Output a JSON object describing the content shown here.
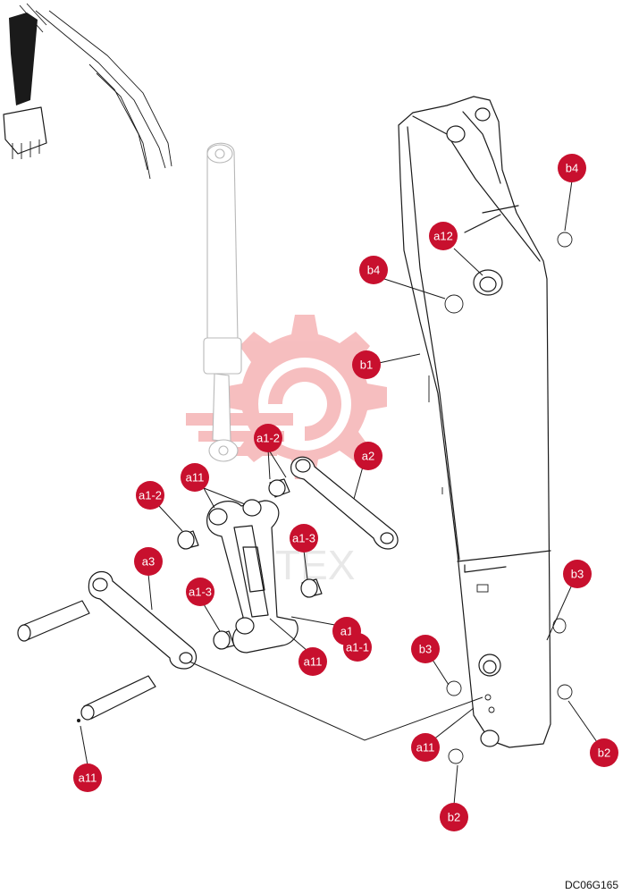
{
  "diagram_code": "DC06G165",
  "colors": {
    "callout": "#c8102e",
    "watermark": "#e8393d"
  },
  "callouts": [
    {
      "label": "b4"
    },
    {
      "label": "a12"
    },
    {
      "label": "b4"
    },
    {
      "label": "b1"
    },
    {
      "label": "a1-2"
    },
    {
      "label": "a2"
    },
    {
      "label": "a11"
    },
    {
      "label": "a1-2"
    },
    {
      "label": "a1-3"
    },
    {
      "label": "a3"
    },
    {
      "label": "a1-3"
    },
    {
      "label": "a1"
    },
    {
      "label": "a1-1"
    },
    {
      "label": "a11"
    },
    {
      "label": "b3"
    },
    {
      "label": "b3"
    },
    {
      "label": "a11"
    },
    {
      "label": "b2"
    },
    {
      "label": "b2"
    },
    {
      "label": "a11"
    }
  ]
}
